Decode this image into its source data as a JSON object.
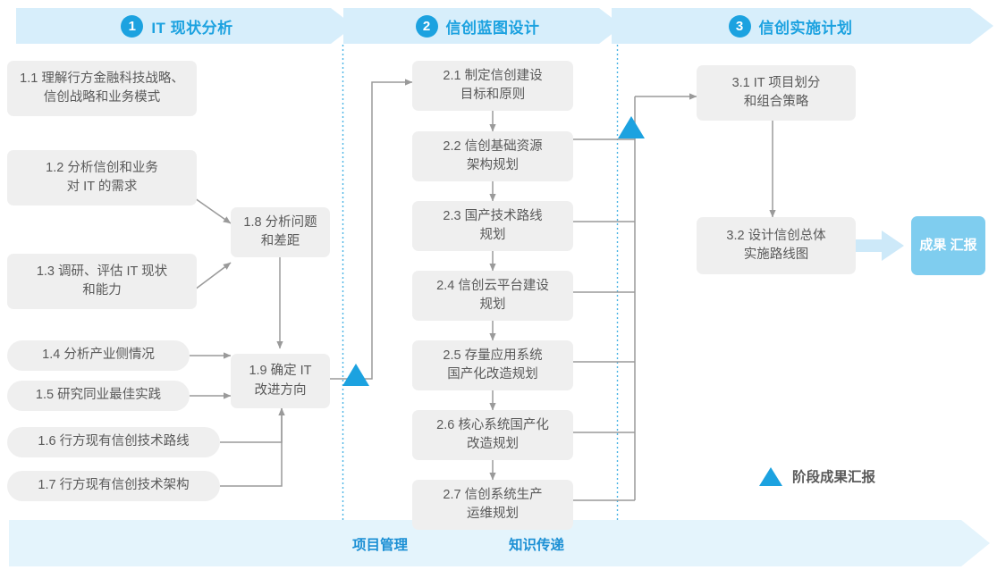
{
  "phases": [
    {
      "number": "1",
      "title": "IT 现状分析"
    },
    {
      "number": "2",
      "title": "信创蓝图设计"
    },
    {
      "number": "3",
      "title": "信创实施计划"
    }
  ],
  "colors": {
    "accent": "#1CA2E0",
    "band": "#D7EEFB",
    "footer_band": "#E4F4FC",
    "box_fill": "#EFEFEF",
    "box_text": "#595959",
    "connector": "#9A9A9A",
    "result_fill": "#7FCDEF",
    "result_arrow": "#CDE9F9",
    "divider": "#49B3E4"
  },
  "phase1_tasks": [
    {
      "id": "1.1",
      "lines": [
        "1.1 理解行方金融科技战略、",
        "信创战略和业务模式"
      ]
    },
    {
      "id": "1.2",
      "lines": [
        "1.2 分析信创和业务",
        "对 IT 的需求"
      ]
    },
    {
      "id": "1.3",
      "lines": [
        "1.3 调研、评估 IT 现状",
        "和能力"
      ]
    },
    {
      "id": "1.4",
      "lines": [
        "1.4 分析产业侧情况"
      ]
    },
    {
      "id": "1.5",
      "lines": [
        "1.5 研究同业最佳实践"
      ]
    },
    {
      "id": "1.6",
      "lines": [
        "1.6 行方现有信创技术路线"
      ]
    },
    {
      "id": "1.7",
      "lines": [
        "1.7 行方现有信创技术架构"
      ]
    },
    {
      "id": "1.8",
      "lines": [
        "1.8 分析问题",
        "和差距"
      ]
    },
    {
      "id": "1.9",
      "lines": [
        "1.9 确定 IT",
        "改进方向"
      ]
    }
  ],
  "phase2_tasks": [
    {
      "id": "2.1",
      "lines": [
        "2.1 制定信创建设",
        "目标和原则"
      ]
    },
    {
      "id": "2.2",
      "lines": [
        "2.2 信创基础资源",
        "架构规划"
      ]
    },
    {
      "id": "2.3",
      "lines": [
        "2.3 国产技术路线",
        "规划"
      ]
    },
    {
      "id": "2.4",
      "lines": [
        "2.4 信创云平台建设",
        "规划"
      ]
    },
    {
      "id": "2.5",
      "lines": [
        "2.5 存量应用系统",
        "国产化改造规划"
      ]
    },
    {
      "id": "2.6",
      "lines": [
        "2.6 核心系统国产化",
        "改造规划"
      ]
    },
    {
      "id": "2.7",
      "lines": [
        "2.7 信创系统生产",
        "运维规划"
      ]
    }
  ],
  "phase3_tasks": [
    {
      "id": "3.1",
      "lines": [
        "3.1 IT 项目划分",
        "和组合策略"
      ]
    },
    {
      "id": "3.2",
      "lines": [
        "3.2 设计信创总体",
        "实施路线图"
      ]
    }
  ],
  "result_badge": {
    "lines": [
      "成果",
      "汇报"
    ]
  },
  "legend": {
    "marker": "stage-milestone-triangle",
    "label": "阶段成果汇报"
  },
  "footer": {
    "labels": [
      "项目管理",
      "知识传递"
    ]
  }
}
